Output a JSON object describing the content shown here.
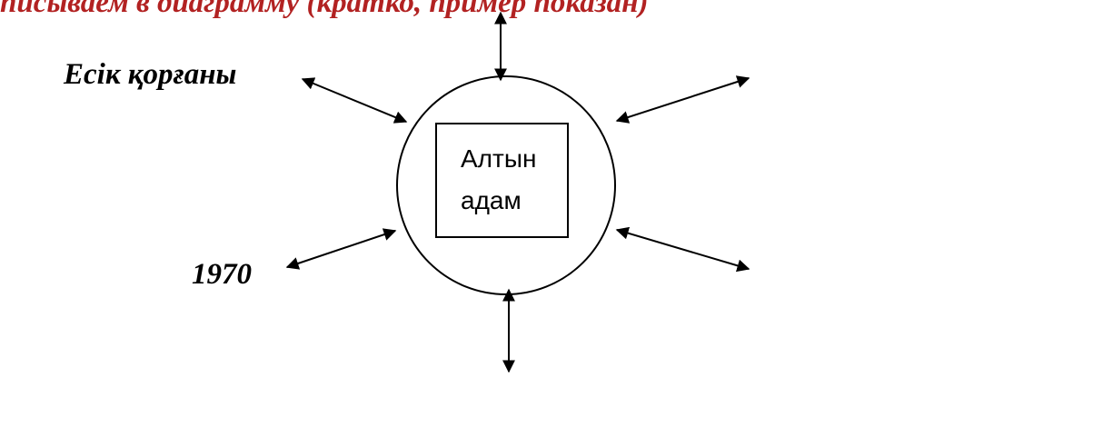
{
  "header": {
    "text": "писываем в диаграмму (кратко, пример показан)",
    "color": "#b22222"
  },
  "labels": {
    "top_left": "Есік қорғаны",
    "bottom_left": "1970"
  },
  "center": {
    "line1": "Алтын",
    "line2": "адам"
  }
}
